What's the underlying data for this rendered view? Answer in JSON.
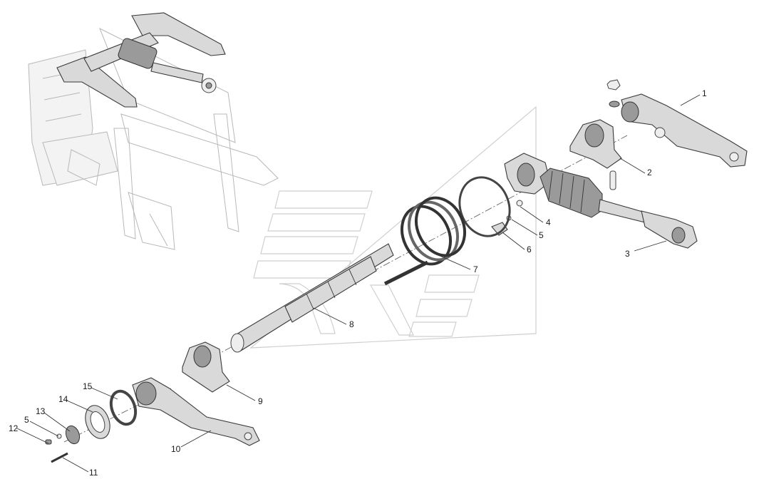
{
  "callouts": [
    {
      "label": "1"
    },
    {
      "label": "2"
    },
    {
      "label": "3"
    },
    {
      "label": "4"
    },
    {
      "label": "5"
    },
    {
      "label": "6"
    },
    {
      "label": "7"
    },
    {
      "label": "8"
    },
    {
      "label": "9"
    },
    {
      "label": "10"
    },
    {
      "label": "11"
    },
    {
      "label": "12"
    },
    {
      "label": "5"
    },
    {
      "label": "13"
    },
    {
      "label": "14"
    },
    {
      "label": "15"
    }
  ]
}
